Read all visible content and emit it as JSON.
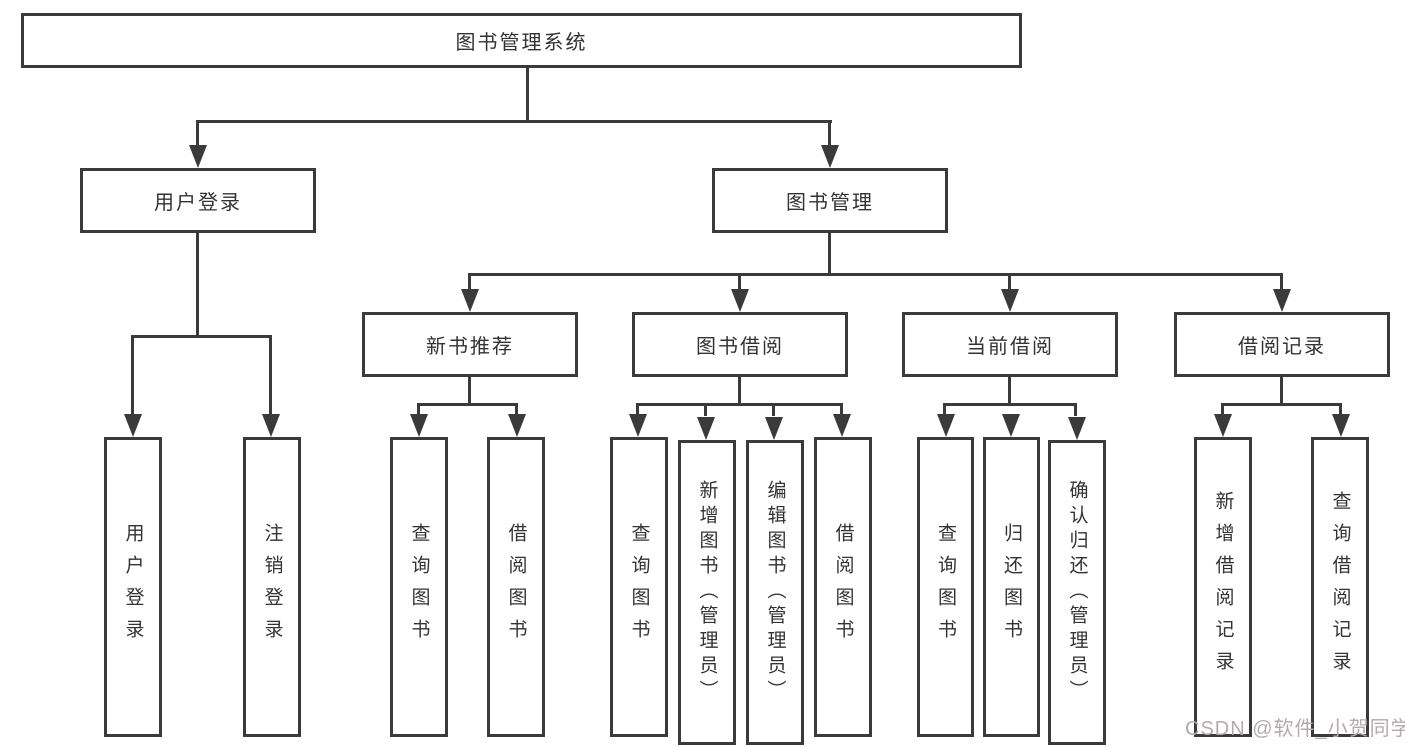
{
  "tree": {
    "label": "图书管理系统",
    "children": [
      {
        "label": "用户登录",
        "children": [
          {
            "label": "用户登录"
          },
          {
            "label": "注销登录"
          }
        ]
      },
      {
        "label": "图书管理",
        "children": [
          {
            "label": "新书推荐",
            "children": [
              {
                "label": "查询图书"
              },
              {
                "label": "借阅图书"
              }
            ]
          },
          {
            "label": "图书借阅",
            "children": [
              {
                "label": "查询图书"
              },
              {
                "label": "新增图书（管理员）"
              },
              {
                "label": "编辑图书（管理员）"
              },
              {
                "label": "借阅图书"
              }
            ]
          },
          {
            "label": "当前借阅",
            "children": [
              {
                "label": "查询图书"
              },
              {
                "label": "归还图书"
              },
              {
                "label": "确认归还（管理员）"
              }
            ]
          },
          {
            "label": "借阅记录",
            "children": [
              {
                "label": "新增借阅记录"
              },
              {
                "label": "查询借阅记录"
              }
            ]
          }
        ]
      }
    ]
  },
  "watermark": {
    "text": "CSDN @软件_小贺同学"
  },
  "colors": {
    "line": "#3a3a3a",
    "background": "#ffffff",
    "watermark": "#b3abab"
  }
}
